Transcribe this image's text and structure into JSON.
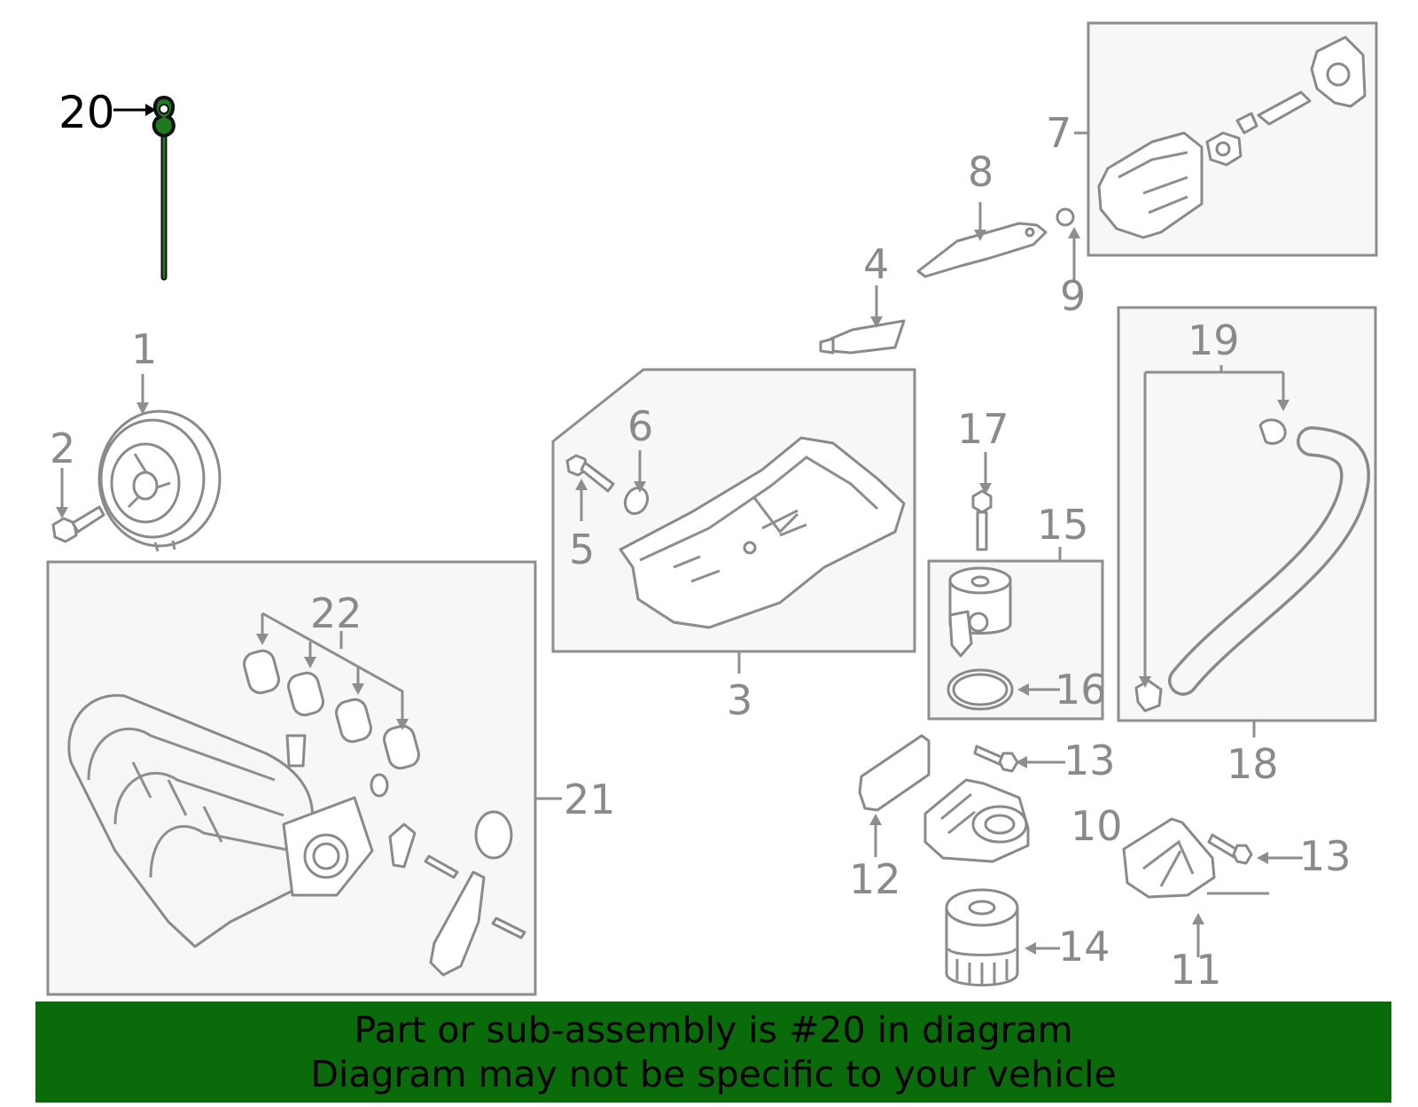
{
  "callouts": {
    "c1": "1",
    "c2": "2",
    "c3": "3",
    "c4": "4",
    "c5": "5",
    "c6": "6",
    "c7": "7",
    "c8": "8",
    "c9": "9",
    "c10": "10",
    "c11": "11",
    "c12": "12",
    "c13a": "13",
    "c13b": "13",
    "c14": "14",
    "c15": "15",
    "c16": "16",
    "c17": "17",
    "c18": "18",
    "c19": "19",
    "c20": "20",
    "c21": "21",
    "c22": "22"
  },
  "highlight": {
    "part": "20",
    "color": "#1f7a1f"
  },
  "banner": {
    "line1": "Part or sub-assembly is #20 in diagram",
    "line2": "Diagram may not be specific to your vehicle",
    "background": "#0a6b0a"
  }
}
